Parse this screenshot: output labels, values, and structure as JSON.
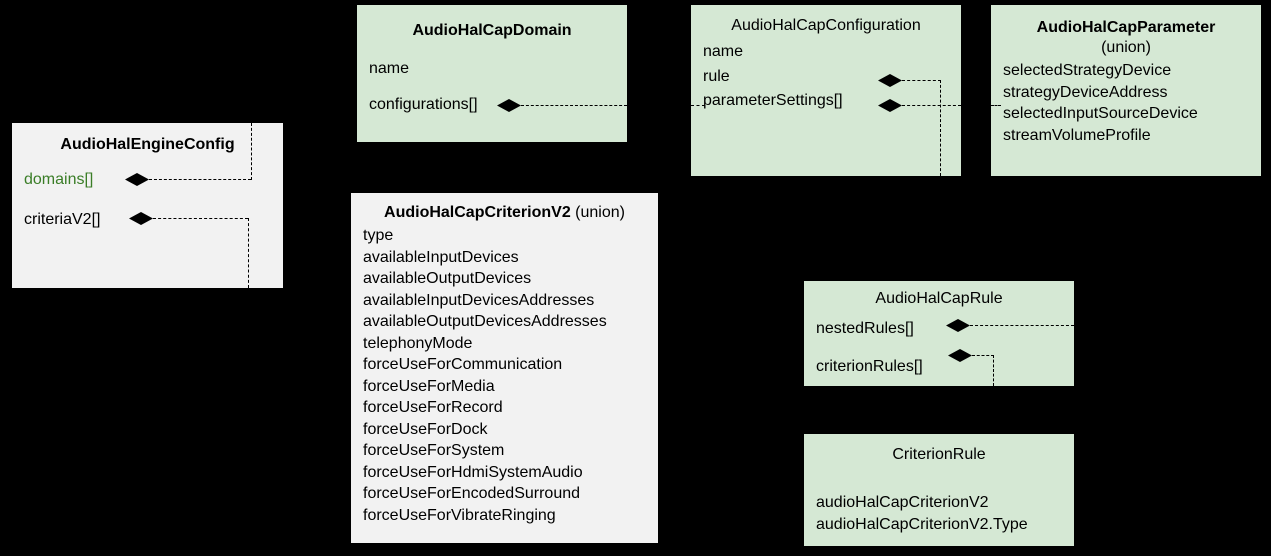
{
  "diagram": {
    "background_color": "#000000",
    "box_fill_green": "#d5e8d4",
    "box_fill_gray": "#f2f2f2",
    "accent_text_color": "#3a7d27",
    "connector_style": "dashed-composition"
  },
  "boxes": {
    "engine_config": {
      "title": "AudioHalEngineConfig",
      "attributes": [
        {
          "name": "domains[]",
          "highlight": true
        },
        {
          "name": "criteriaV2[]",
          "highlight": false
        }
      ]
    },
    "cap_domain": {
      "title": "AudioHalCapDomain",
      "attributes": [
        {
          "name": "name"
        },
        {
          "name": "configurations[]"
        }
      ]
    },
    "cap_configuration": {
      "title": "AudioHalCapConfiguration",
      "attributes": [
        {
          "name": "name"
        },
        {
          "name": "rule"
        },
        {
          "name": "parameterSettings[]"
        }
      ]
    },
    "cap_parameter": {
      "title": "AudioHalCapParameter",
      "subtitle": "(union)",
      "attributes": [
        {
          "name": "selectedStrategyDevice"
        },
        {
          "name": "strategyDeviceAddress"
        },
        {
          "name": "selectedInputSourceDevice"
        },
        {
          "name": "streamVolumeProfile"
        }
      ]
    },
    "cap_criterion_v2": {
      "title": "AudioHalCapCriterionV2",
      "title_suffix": "(union)",
      "attributes": [
        {
          "name": "type"
        },
        {
          "name": "availableInputDevices"
        },
        {
          "name": "availableOutputDevices"
        },
        {
          "name": "availableInputDevicesAddresses"
        },
        {
          "name": "availableOutputDevicesAddresses"
        },
        {
          "name": "telephonyMode"
        },
        {
          "name": "forceUseForCommunication"
        },
        {
          "name": "forceUseForMedia"
        },
        {
          "name": "forceUseForRecord"
        },
        {
          "name": "forceUseForDock"
        },
        {
          "name": "forceUseForSystem"
        },
        {
          "name": "forceUseForHdmiSystemAudio"
        },
        {
          "name": "forceUseForEncodedSurround"
        },
        {
          "name": "forceUseForVibrateRinging"
        }
      ]
    },
    "cap_rule": {
      "title": "AudioHalCapRule",
      "attributes": [
        {
          "name": "nestedRules[]"
        },
        {
          "name": "criterionRules[]"
        }
      ]
    },
    "criterion_rule": {
      "title": "CriterionRule",
      "attributes": [
        {
          "name": "audioHalCapCriterionV2"
        },
        {
          "name": "audioHalCapCriterionV2.Type"
        }
      ]
    }
  }
}
